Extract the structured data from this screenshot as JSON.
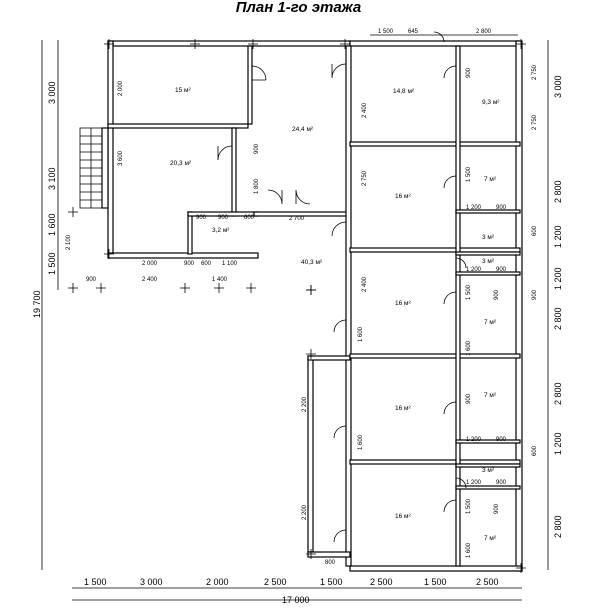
{
  "title": "План 1-го этажа",
  "room_areas": [
    "15 м²",
    "24,4 м²",
    "20,3 м²",
    "3,2 м²",
    "40,3 м²",
    "14,8 м²",
    "9,3 м²",
    "16 м²",
    "7 м²",
    "3 м²",
    "3 м²",
    "16 м²",
    "7 м²",
    "16 м²",
    "7 м²",
    "3 м²",
    "16 м²",
    "7 м²"
  ],
  "dims_bottom": [
    "1 500",
    "3 000",
    "2 000",
    "2 500",
    "1 500",
    "2 500",
    "1 500",
    "2 500"
  ],
  "total_width": "17 000",
  "dims_right": [
    "3 000",
    "2 800",
    "1 200",
    "1 200",
    "2 800",
    "2 800",
    "1 200",
    "2 800"
  ],
  "dims_left": [
    "3 000",
    "3 100",
    "1 600",
    "1 500"
  ],
  "total_height": "19 700",
  "dims_top": [
    "1 500",
    "645",
    "2 800"
  ],
  "dims_inner": [
    "2 000",
    "3 600",
    "900",
    "1 800",
    "2 700",
    "2 000",
    "900",
    "600",
    "1 100",
    "2 400",
    "1 400",
    "900",
    "900",
    "900",
    "600",
    "2 100",
    "2 400",
    "2 750",
    "1 500",
    "900",
    "1 200",
    "900",
    "1 200",
    "900",
    "1 500",
    "900",
    "900",
    "2 750",
    "2 750",
    "2 200",
    "1 600",
    "2 200",
    "1 600",
    "800",
    "1 200",
    "900",
    "1 200",
    "900",
    "1 500",
    "1 600",
    "900",
    "600",
    "600",
    "900",
    "1 600",
    "2 400"
  ]
}
